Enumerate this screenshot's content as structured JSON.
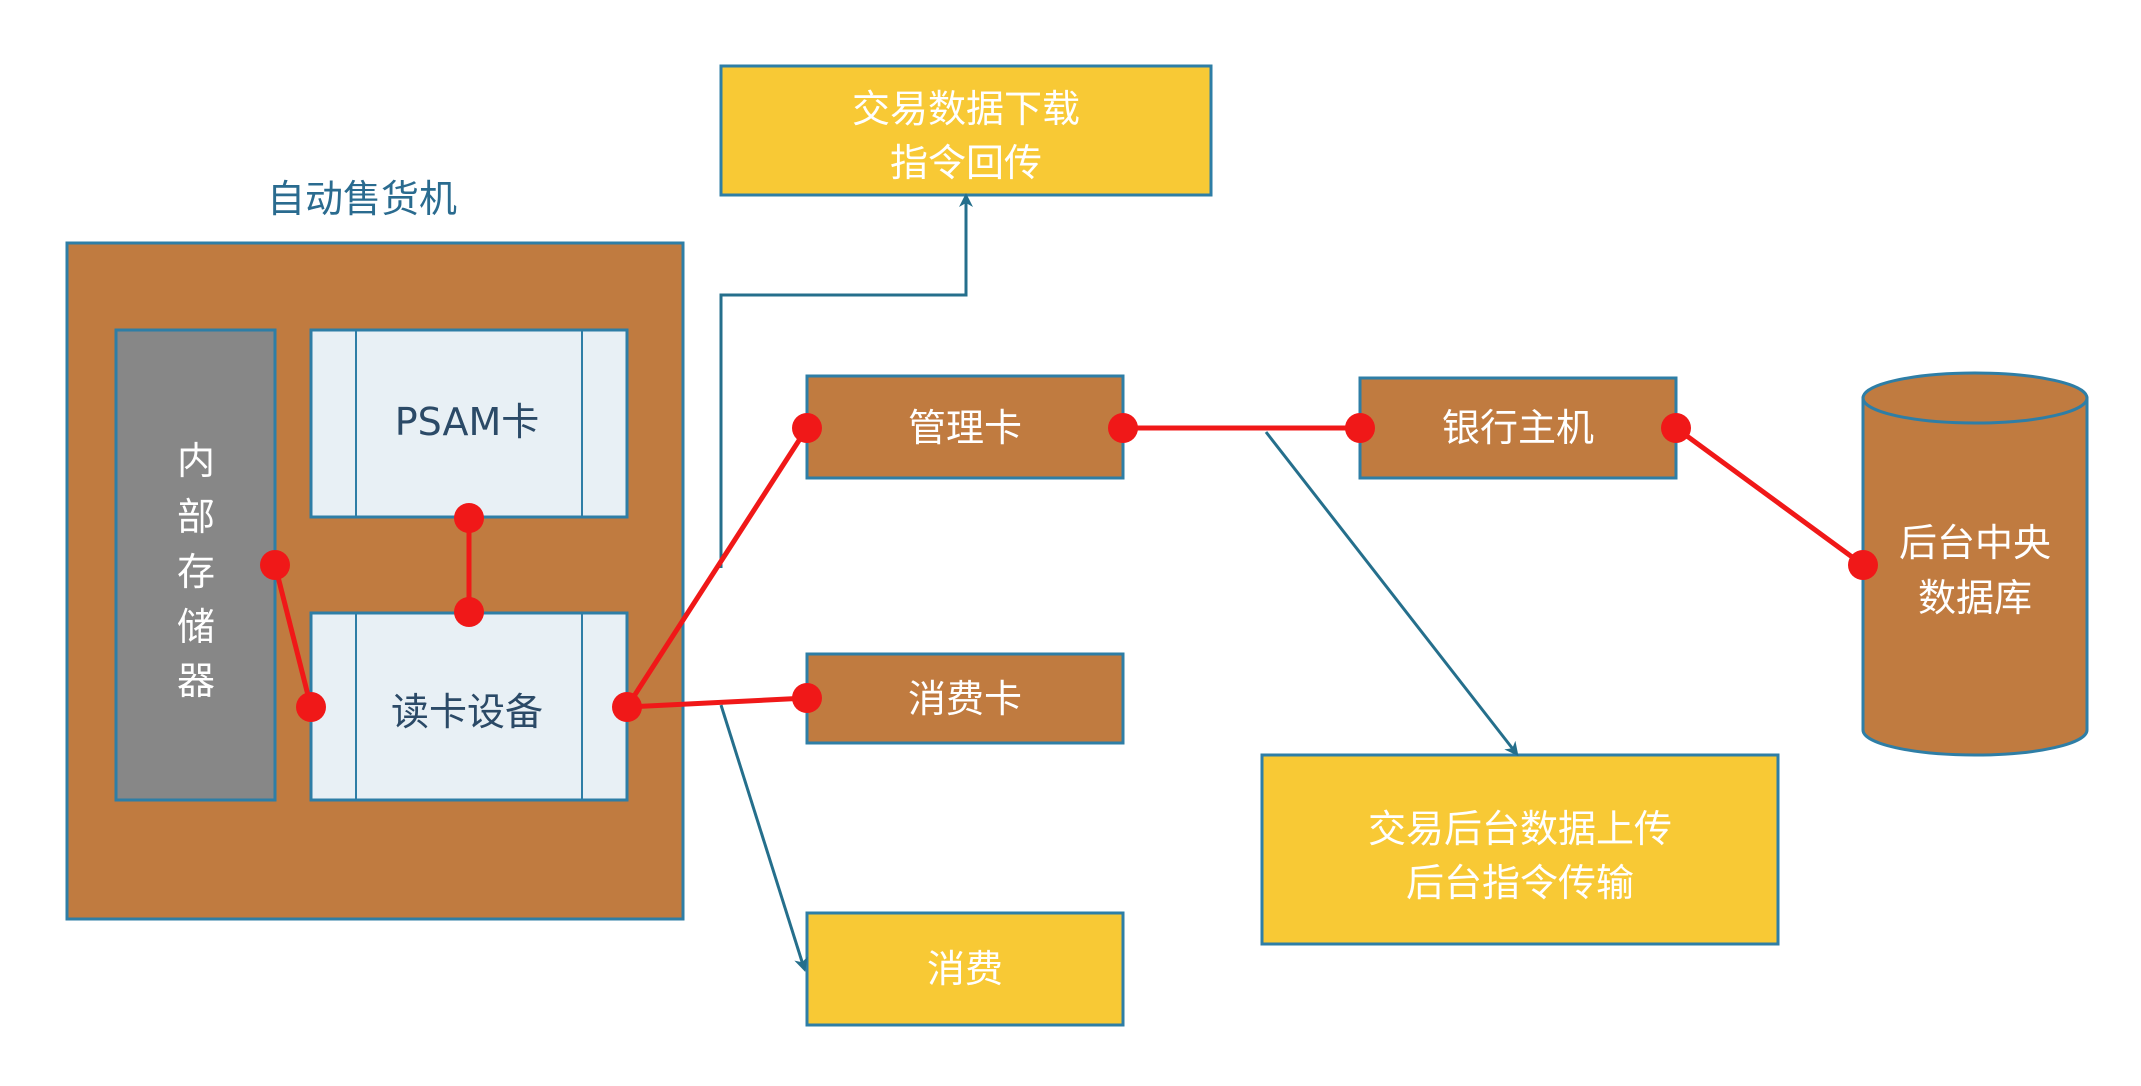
{
  "vending_machine": {
    "title": "自动售货机",
    "internal_storage": [
      "内",
      "部",
      "存",
      "储",
      "器"
    ],
    "psam_card": "PSAM卡",
    "card_reader": "读卡设备"
  },
  "cards": {
    "management_card": "管理卡",
    "consumption_card": "消费卡"
  },
  "bank_host": "银行主机",
  "central_database": [
    "后台中央",
    "数据库"
  ],
  "flows": {
    "download": [
      "交易数据下载",
      "指令回传"
    ],
    "consume": "消费",
    "upload": [
      "交易后台数据上传",
      "后台指令传输"
    ]
  },
  "colors": {
    "brown": "#c07b40",
    "gray": "#878787",
    "light_box": "#e8f0f5",
    "yellow": "#f8c935",
    "border_blue": "#2e7ea6",
    "red_link": "#f01818",
    "arrow": "#256f8c"
  }
}
